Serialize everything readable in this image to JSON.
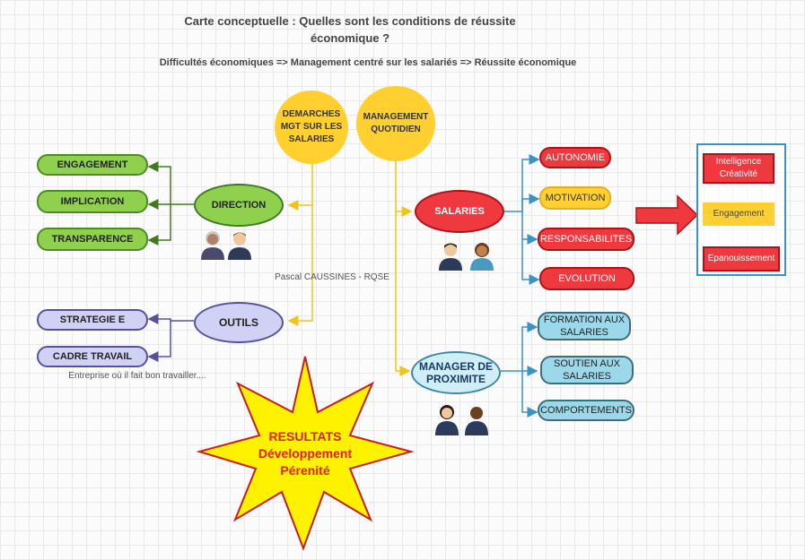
{
  "header": {
    "title": "Carte conceptuelle : Quelles sont les conditions de réussite économique ?",
    "subtitle": "Difficultés économiques => Management centré sur les salariés => Réussite économique",
    "author": "Pascal CAUSSINES - RQSE"
  },
  "hubs": {
    "demarches": "DEMARCHES MGT SUR LES SALARIES",
    "management": "MANAGEMENT QUOTIDIEN"
  },
  "direction": {
    "label": "DIRECTION",
    "items": [
      "ENGAGEMENT",
      "IMPLICATION",
      "TRANSPARENCE"
    ]
  },
  "outils": {
    "label": "OUTILS",
    "items": [
      "STRATEGIE E",
      "CADRE TRAVAIL"
    ],
    "note": "Entreprise où il fait bon travailler...."
  },
  "salaries": {
    "label": "SALARIES",
    "items": [
      "AUTONOMIE",
      "MOTIVATION",
      "RESPONSABILITES",
      "EVOLUTION"
    ]
  },
  "manager": {
    "label": "MANAGER DE PROXIMITE",
    "items": [
      "FORMATION AUX SALARIES",
      "SOUTIEN AUX SALARIES",
      "COMPORTEMENTS"
    ]
  },
  "outcomes": {
    "items": [
      "Intelligence Créativité",
      "Engagement",
      "Epanouissement"
    ]
  },
  "resultats": {
    "lines": [
      "RESULTATS",
      "Développement",
      "Pérenité"
    ]
  },
  "colors": {
    "green": "#8fd14f",
    "lavender": "#d1d0f5",
    "red": "#f0383f",
    "yellow": "#ffd02f",
    "blue": "#9bd8ea",
    "frame": "#3a93c7"
  }
}
